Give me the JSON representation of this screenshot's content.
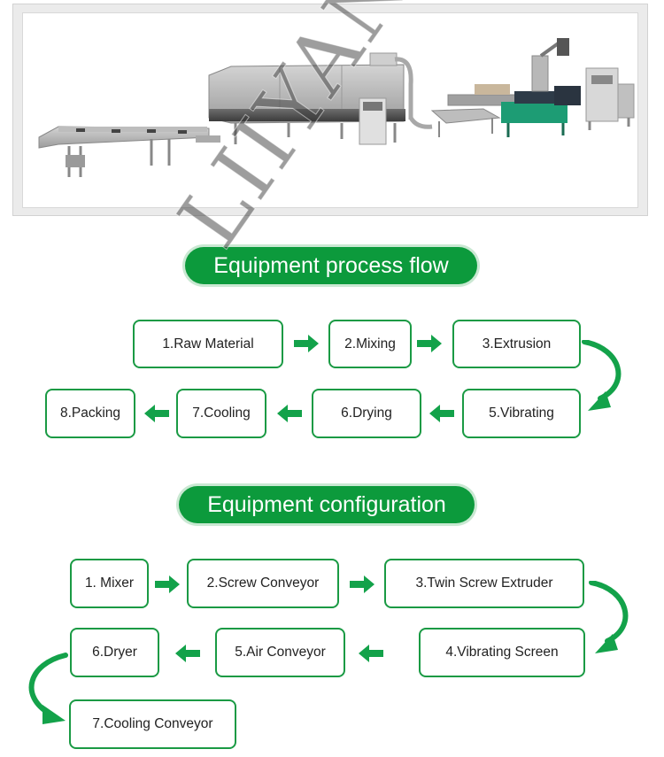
{
  "brand": {
    "watermark": "LIIYANG",
    "accent_color": "#0c9a3c"
  },
  "section_process": {
    "title": "Equipment process flow",
    "steps": [
      "1.Raw Material",
      "2.Mixing",
      "3.Extrusion",
      "5.Vibrating",
      "6.Drying",
      "7.Cooling",
      "8.Packing"
    ]
  },
  "section_config": {
    "title": "Equipment configuration",
    "steps": [
      "1. Mixer",
      "2.Screw Conveyor",
      "3.Twin Screw Extruder",
      "4.Vibrating Screen",
      "5.Air Conveyor",
      "6.Dryer",
      "7.Cooling Conveyor"
    ]
  },
  "icons": [
    "right-arrow-icon",
    "left-arrow-icon",
    "curved-arrow-icon"
  ]
}
